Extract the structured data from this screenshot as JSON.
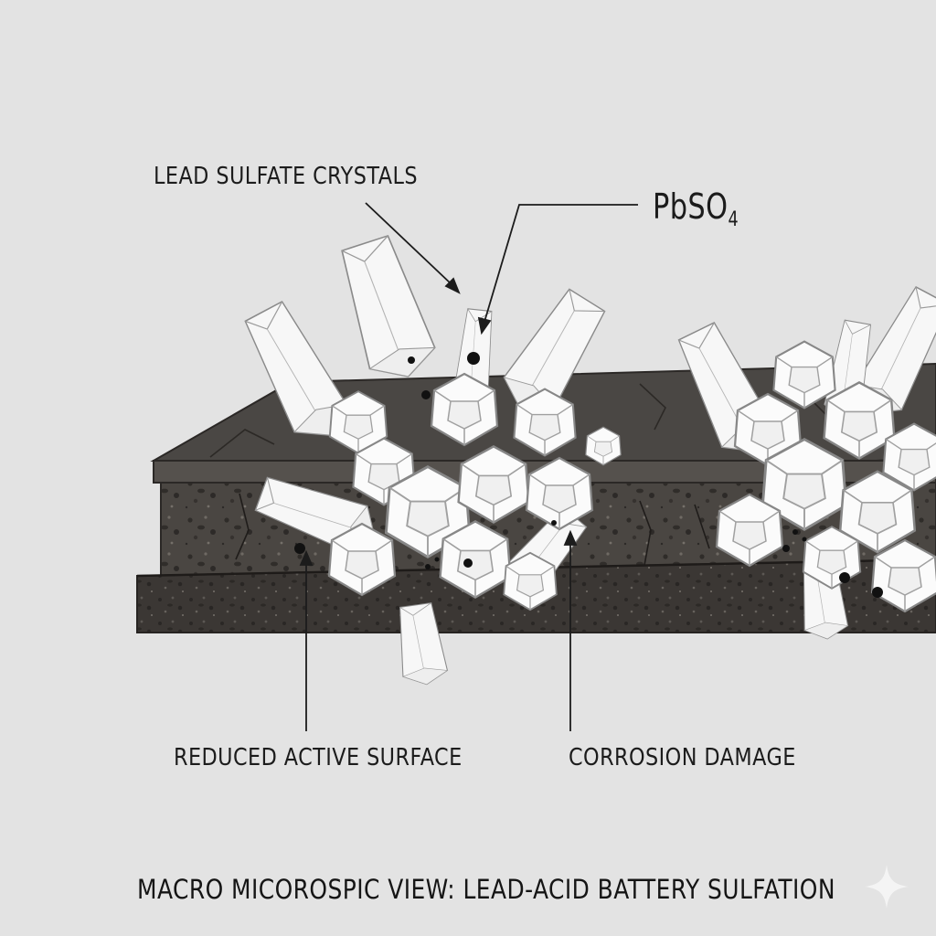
{
  "title": "MACRO MICOROSPIC VIEW: LEAD-ACID BATTERY SULFATION",
  "labels": {
    "lead_sulfate": "LEAD SULFATE CRYSTALS",
    "formula_base": "PbSO",
    "formula_sub": "4",
    "reduced_surface": "REDUCED ACTIVE SURFACE",
    "corrosion": "CORROSION DAMAGE"
  },
  "icons": {
    "watermark": "sparkle-icon"
  },
  "colors": {
    "background": "#e3e3e3",
    "plate_top": "#4a4744",
    "plate_side": "#3a3633",
    "crystal": "#f7f7f7",
    "crystal_edge": "#8a8a8a",
    "ink": "#1c1c1c"
  }
}
